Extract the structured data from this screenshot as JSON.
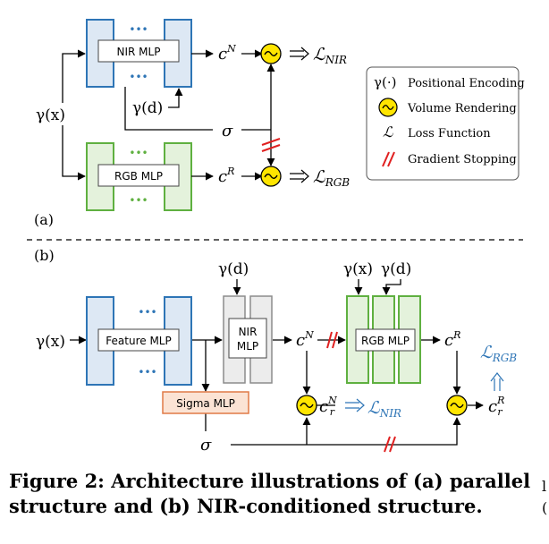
{
  "panel_a": {
    "label": "(a)",
    "nir_mlp": "NIR MLP",
    "rgb_mlp": "RGB MLP",
    "ellipsis": "•••",
    "input": "γ(x)",
    "view_dir": "γ(d)",
    "c_n": "c",
    "c_n_sup": "N",
    "c_r": "c",
    "c_r_sup": "R",
    "sigma": "σ",
    "loss_nir": "ℒ",
    "loss_nir_sub": "NIR",
    "loss_rgb": "ℒ",
    "loss_rgb_sub": "RGB"
  },
  "legend": {
    "items": [
      {
        "symbol": "γ(·)",
        "text": "Positional Encoding"
      },
      {
        "symbol": "~",
        "text": "Volume Rendering"
      },
      {
        "symbol": "ℒ",
        "text": "Loss Function"
      },
      {
        "symbol": "//",
        "text": "Gradient Stopping"
      }
    ]
  },
  "panel_b": {
    "label": "(b)",
    "input": "γ(x)",
    "feature_mlp": "Feature MLP",
    "sigma_mlp": "Sigma MLP",
    "nir_mlp_line1": "NIR",
    "nir_mlp_line2": "MLP",
    "rgb_mlp": "RGB MLP",
    "view_dir_1": "γ(d)",
    "view_dir_2": "γ(d)",
    "input_2": "γ(x)",
    "c_n": "c",
    "c_n_sup": "N",
    "c_r": "c",
    "c_r_sup": "R",
    "sigma": "σ",
    "cr_n": "c",
    "cr_n_sup": "N",
    "cr_n_sub": "r",
    "cr_r": "c",
    "cr_r_sup": "R",
    "cr_r_sub": "r",
    "loss_nir": "ℒ",
    "loss_nir_sub": "NIR",
    "loss_rgb": "ℒ",
    "loss_rgb_sub": "RGB"
  },
  "caption": "Figure 2: Architecture illustrations of (a) parallel structure and (b) NIR-conditioned structure.",
  "edge_marks": [
    "l",
    "("
  ],
  "colors": {
    "blue_stroke": "#2e75b6",
    "blue_fill": "#dde8f4",
    "green_stroke": "#5fb040",
    "green_fill": "#e4f2dc",
    "gray_stroke": "#8c8c8c",
    "gray_fill": "#ececec",
    "orange_stroke": "#e07a46",
    "orange_fill": "#fbe3d4",
    "render_fill": "#ffe500",
    "gradient_stop": "#e02020",
    "loss_blue": "#2e75b6"
  }
}
